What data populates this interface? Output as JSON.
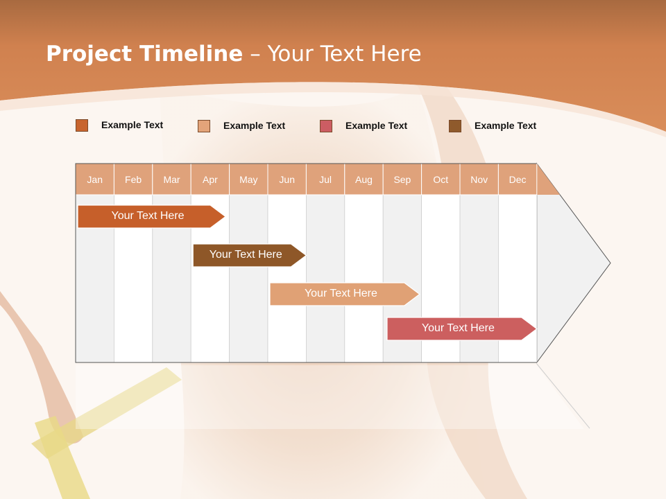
{
  "slide": {
    "title_bold": "Project Timeline",
    "title_rest": " – Your Text Here"
  },
  "colors": {
    "header": "#d0804f",
    "bar1": "#c65f2a",
    "bar2": "#8e5728",
    "bar3": "#e0a175",
    "bar4": "#cc5f5f",
    "month_header": "#dfa27b"
  },
  "legend": [
    {
      "label": "Example Text",
      "color": "#c8652f"
    },
    {
      "label": "Example Text",
      "color": "#e3a47a"
    },
    {
      "label": "Example Text",
      "color": "#cc5d63"
    },
    {
      "label": "Example Text",
      "color": "#8f5a2c"
    }
  ],
  "months": [
    "Jan",
    "Feb",
    "Mar",
    "Apr",
    "May",
    "Jun",
    "Jul",
    "Aug",
    "Sep",
    "Oct",
    "Nov",
    "Dec"
  ],
  "tasks": [
    {
      "label": "Your  Text Here",
      "start": 0,
      "end": 3.9,
      "color": "#c65f2a"
    },
    {
      "label": "Your  Text Here",
      "start": 3.0,
      "end": 6.0,
      "color": "#8e5728"
    },
    {
      "label": "Your  Text Here",
      "start": 5.0,
      "end": 8.95,
      "color": "#e0a175"
    },
    {
      "label": "Your  Text Here",
      "start": 8.05,
      "end": 12.0,
      "color": "#cc5f5f"
    }
  ]
}
